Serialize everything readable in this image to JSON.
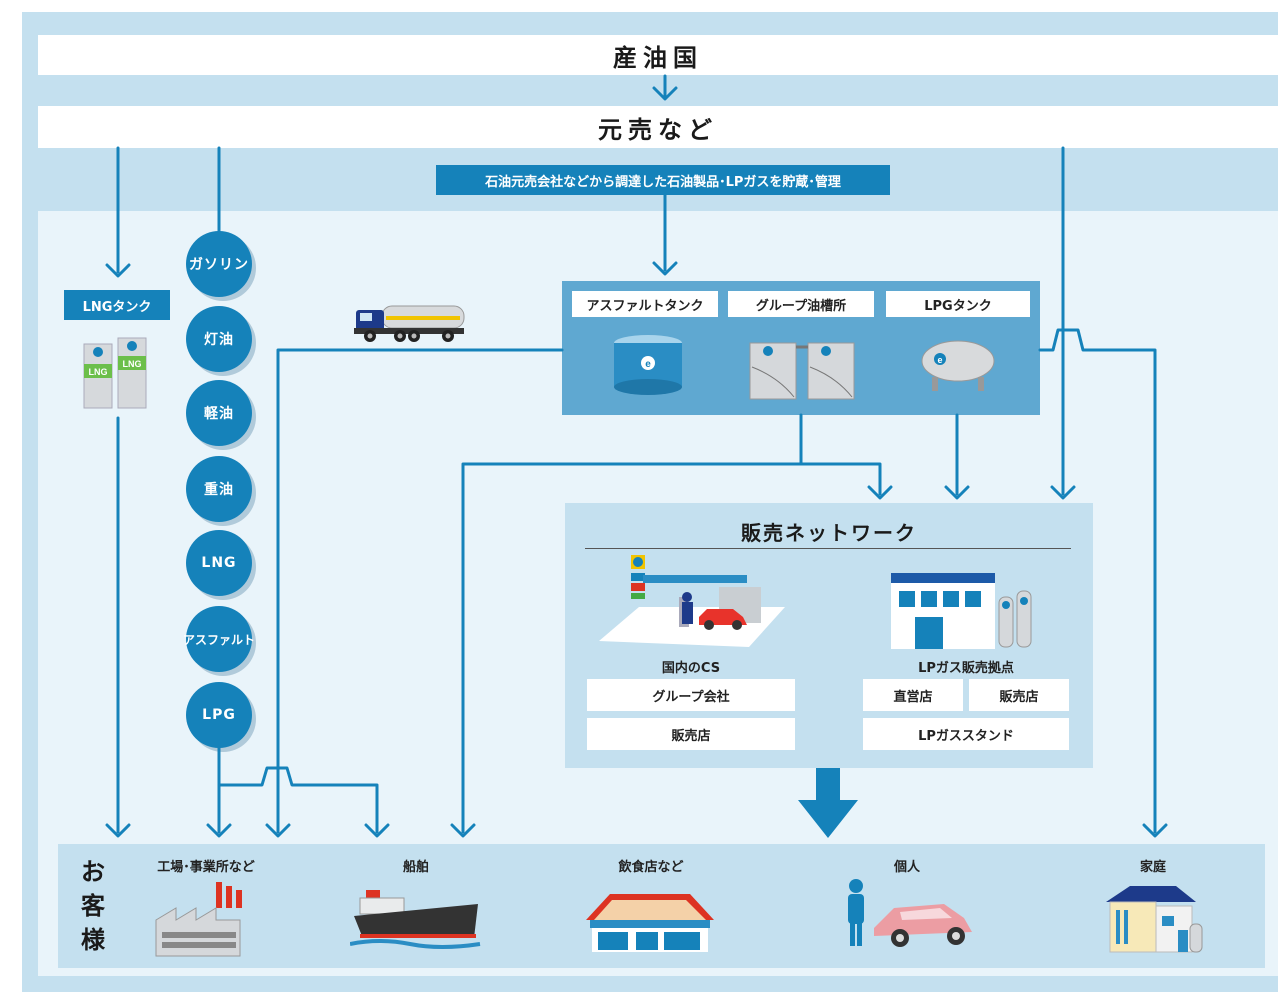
{
  "top": {
    "producer": "産油国",
    "supplier": "元売など",
    "banner": "石油元売会社などから調達した石油製品･LPガスを貯蔵･管理"
  },
  "lng": {
    "label": "LNGタンク",
    "tank_text": "LNG"
  },
  "products": [
    {
      "label": "ガソリン"
    },
    {
      "label": "灯油"
    },
    {
      "label": "軽油"
    },
    {
      "label": "重油"
    },
    {
      "label": "LNG"
    },
    {
      "label": "アスファルト"
    },
    {
      "label": "LPG"
    }
  ],
  "storage": {
    "tanks": [
      {
        "label": "アスファルトタンク"
      },
      {
        "label": "グループ油槽所"
      },
      {
        "label": "LPGタンク"
      }
    ]
  },
  "network": {
    "title": "販売ネットワーク",
    "cs": {
      "title": "国内のCS",
      "boxes": [
        "グループ会社",
        "販売店"
      ]
    },
    "lpg": {
      "title": "LPガス販売拠点",
      "boxes": [
        "直営店",
        "販売店",
        "LPガススタンド"
      ]
    }
  },
  "customers": {
    "heading": [
      "お",
      "客",
      "様"
    ],
    "items": [
      {
        "label": "工場･事業所など",
        "icon": "factory-icon"
      },
      {
        "label": "船舶",
        "icon": "ship-icon"
      },
      {
        "label": "飲食店など",
        "icon": "restaurant-icon"
      },
      {
        "label": "個人",
        "icon": "person-car-icon"
      },
      {
        "label": "家庭",
        "icon": "house-icon"
      }
    ]
  },
  "colors": {
    "flow_blue": "#1582ba",
    "light_panel": "#c4e0ef",
    "tank_panel": "#5fa8d1"
  }
}
